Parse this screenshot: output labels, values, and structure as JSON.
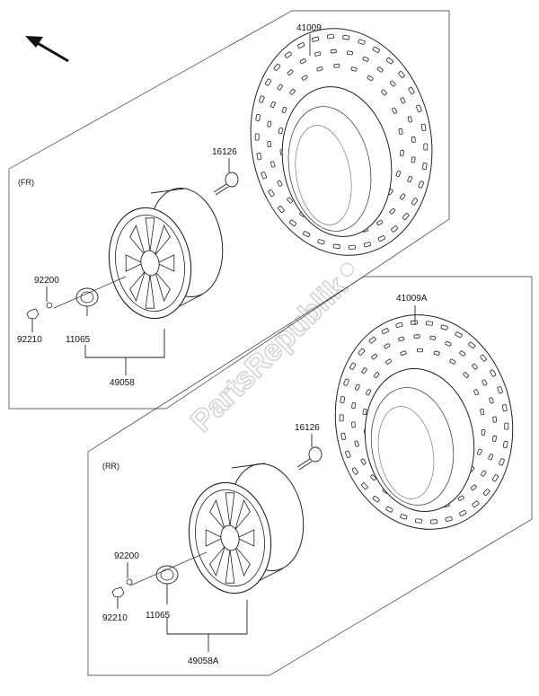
{
  "watermark": "PartsRepublik",
  "front_group": {
    "section_label": "(FR)",
    "parts": {
      "tire": "41009",
      "valve": "16126",
      "washer": "92200",
      "nut": "92210",
      "cap": "11065",
      "wheel": "49058"
    }
  },
  "rear_group": {
    "section_label": "(RR)",
    "parts": {
      "tire": "41009A",
      "valve": "16126",
      "washer": "92200",
      "nut": "92210",
      "cap": "11065",
      "wheel": "49058A"
    }
  },
  "icons": {
    "direction_arrow": "arrow-up-left-icon"
  }
}
